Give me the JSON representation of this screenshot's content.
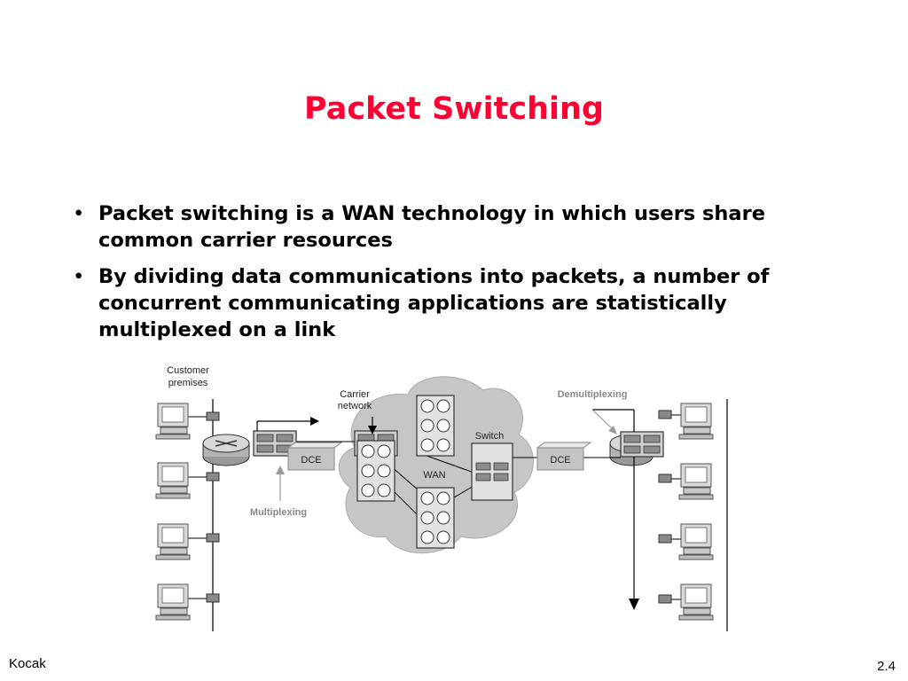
{
  "slide": {
    "title": "Packet Switching",
    "bullets": [
      {
        "text": "Packet switching is a WAN technology in which users share common carrier resources"
      },
      {
        "text": "By dividing data communications into packets, a number of concurrent communicating applications are statistically multiplexed on a link"
      }
    ]
  },
  "diagram": {
    "labels": {
      "customer_premises_line1": "Customer",
      "customer_premises_line2": "premises",
      "carrier_network_line1": "Carrier",
      "carrier_network_line2": "network",
      "demultiplexing": "Demultiplexing",
      "switch": "Switch",
      "wan": "WAN",
      "dce_left": "DCE",
      "dce_right": "DCE",
      "multiplexing": "Multiplexing"
    }
  },
  "footer": {
    "author": "Kocak",
    "page": "2.4"
  },
  "colors": {
    "title": "#ff0033",
    "cloud": "#c6c6c6",
    "device_gray": "#b0b0b0",
    "label_gray": "#8a8a8a"
  }
}
